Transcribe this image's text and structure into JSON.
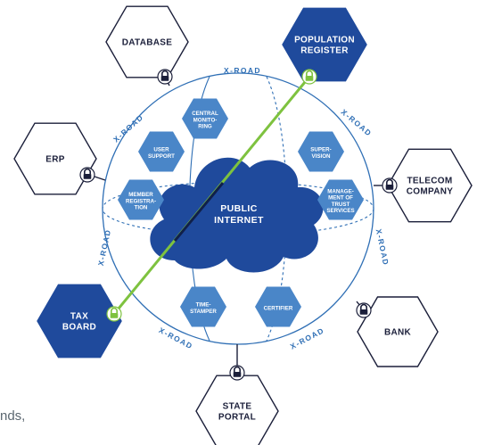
{
  "center": {
    "line1": "PUBLIC",
    "line2": "INTERNET"
  },
  "road_label": "X-ROAD",
  "nodes": [
    {
      "id": "database",
      "lines": [
        "DATABASE"
      ],
      "filled": false
    },
    {
      "id": "population-register",
      "lines": [
        "POPULATION",
        "REGISTER"
      ],
      "filled": true,
      "secure_link": true
    },
    {
      "id": "erp",
      "lines": [
        "ERP"
      ],
      "filled": false
    },
    {
      "id": "telecom-company",
      "lines": [
        "TELECOM",
        "COMPANY"
      ],
      "filled": false
    },
    {
      "id": "tax-board",
      "lines": [
        "TAX",
        "BOARD"
      ],
      "filled": true,
      "secure_link": true
    },
    {
      "id": "bank",
      "lines": [
        "BANK"
      ],
      "filled": false
    },
    {
      "id": "state-portal",
      "lines": [
        "STATE",
        "PORTAL"
      ],
      "filled": false
    }
  ],
  "services": [
    {
      "id": "central-monitoring",
      "lines": [
        "CENTRAL",
        "MONITO-",
        "RING"
      ]
    },
    {
      "id": "user-support",
      "lines": [
        "USER",
        "SUPPORT"
      ]
    },
    {
      "id": "supervision",
      "lines": [
        "SUPER-",
        "VISION"
      ]
    },
    {
      "id": "member-registration",
      "lines": [
        "MEMBER",
        "REGISTRA-",
        "TION"
      ]
    },
    {
      "id": "management-of-trust-services",
      "lines": [
        "MANAGE-",
        "MENT OF",
        "TRUST",
        "SERVICES"
      ]
    },
    {
      "id": "time-stamper",
      "lines": [
        "TIME-",
        "STAMPER"
      ]
    },
    {
      "id": "certifier",
      "lines": [
        "CERTIFIER"
      ]
    }
  ],
  "colors": {
    "dark_blue": "#1f4a9c",
    "mid_blue": "#3b7dc4",
    "service_blue": "#4a86c8",
    "outline": "#1b1f3a",
    "green": "#7ec23f",
    "grid": "#2f6fb5"
  },
  "footer_fragment": "nds,"
}
